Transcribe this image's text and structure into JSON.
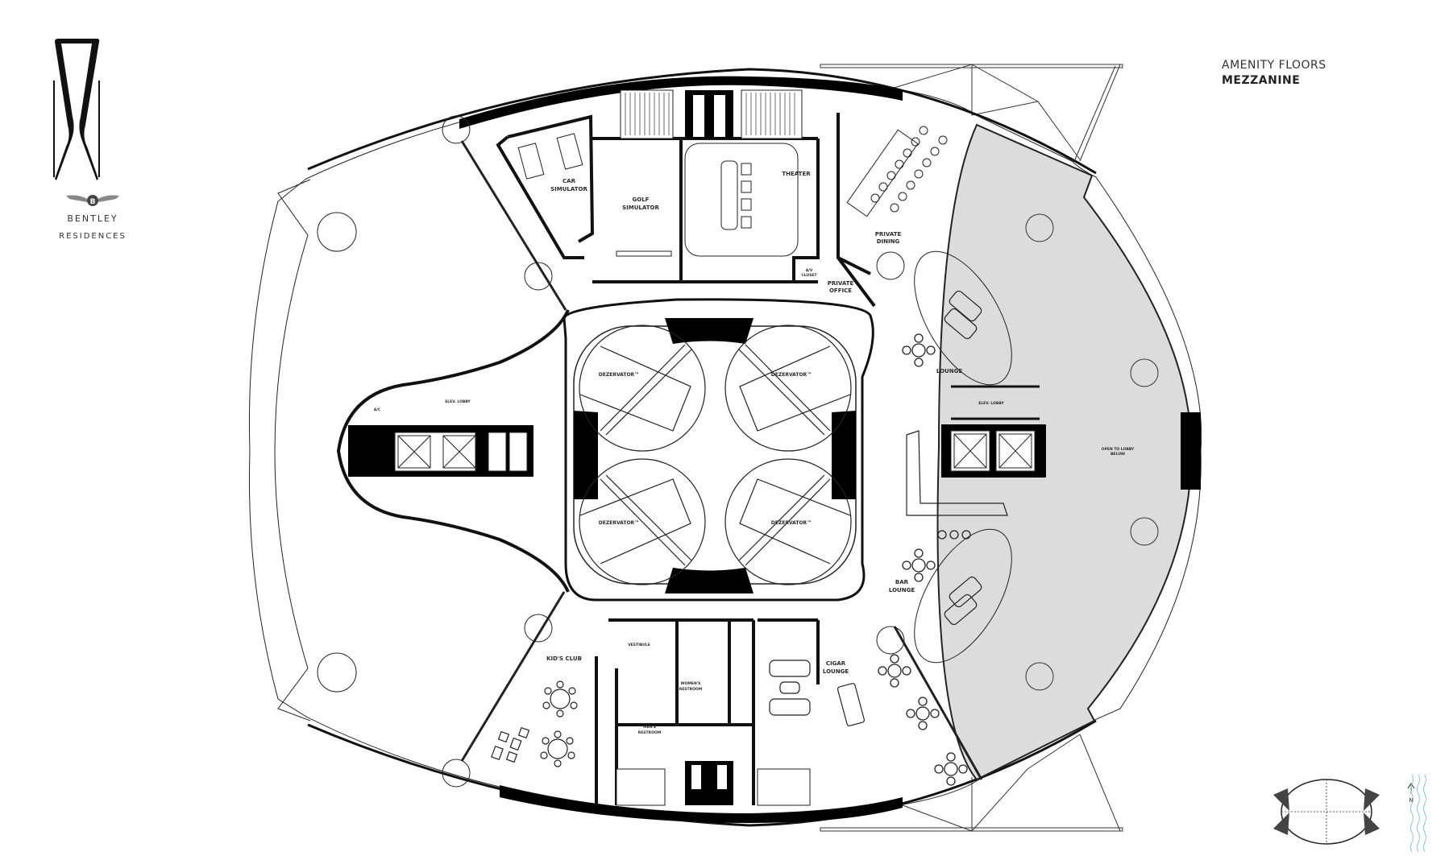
{
  "header": {
    "title_sub": "AMENITY FLOORS",
    "title_main": "MEZZANINE"
  },
  "brand": {
    "line1": "BENTLEY",
    "line2": "RESIDENCES",
    "logo_icon": "bentley-winged-b-icon"
  },
  "colors": {
    "wall": "#000000",
    "line": "#231f20",
    "open_area_fill": "#dcdcdc",
    "background": "#ffffff",
    "water": "#8cc6d0"
  },
  "rooms": {
    "car_simulator": [
      "CAR",
      "SIMULATOR"
    ],
    "golf_simulator": [
      "GOLF",
      "SIMULATOR"
    ],
    "theater": "THEATER",
    "av_closet": [
      "A/V",
      "CLOSET"
    ],
    "private_dining": [
      "PRIVATE",
      "DINING"
    ],
    "private_office": [
      "PRIVATE",
      "OFFICE"
    ],
    "lounge": "LOUNGE",
    "elev_lobby_east": "ELEV. LOBBY",
    "elev_lobby_west": "ELEV. LOBBY",
    "ac": "A/C",
    "open_to_lobby": [
      "OPEN TO LOBBY",
      "BELOW"
    ],
    "bar_lounge": [
      "BAR",
      "LOUNGE"
    ],
    "cigar_lounge": [
      "CIGAR",
      "LOUNGE"
    ],
    "kids_club": "KID'S CLUB",
    "vestibule": "VESTIBULE",
    "womens_restroom": [
      "WOMEN'S",
      "RESTROOM"
    ],
    "mens_restroom": [
      "MEN'S",
      "RESTROOM"
    ],
    "dezervator_nw": "DEZERVATOR™",
    "dezervator_ne": "DEZERVATOR™",
    "dezervator_sw": "DEZERVATOR™",
    "dezervator_se": "DEZERVATOR™"
  },
  "key_plan": {
    "north_label": "N",
    "north_icon": "north-arrow-icon",
    "water_icon": "water-waves-icon"
  }
}
